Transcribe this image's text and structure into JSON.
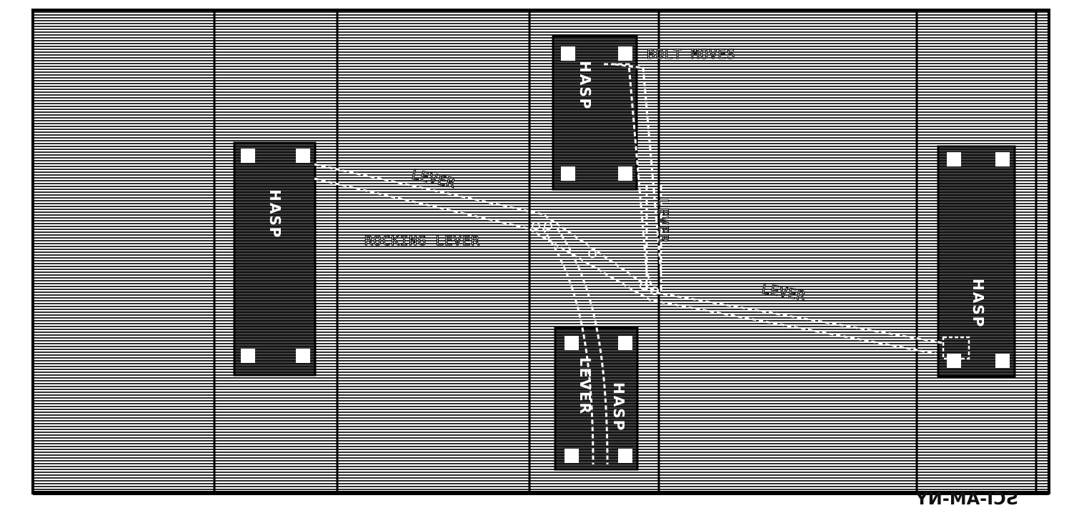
{
  "labels": {
    "bolt_moves": "BOLT MOVES",
    "rocking_lever": "ROCKING LEVER",
    "lever_upper_left": "LEVER",
    "lever_vertical": "LEVER",
    "lever_lower_right": "LEVER",
    "lever_bottom_hasp": "LEVER"
  },
  "hasps": {
    "left": "HASP",
    "top_middle": "HASP",
    "bottom_middle": "HASP",
    "right": "HASP"
  },
  "signature": "SCI-AM-NY",
  "colors": {
    "ink": "#000000",
    "paper": "#ffffff"
  }
}
